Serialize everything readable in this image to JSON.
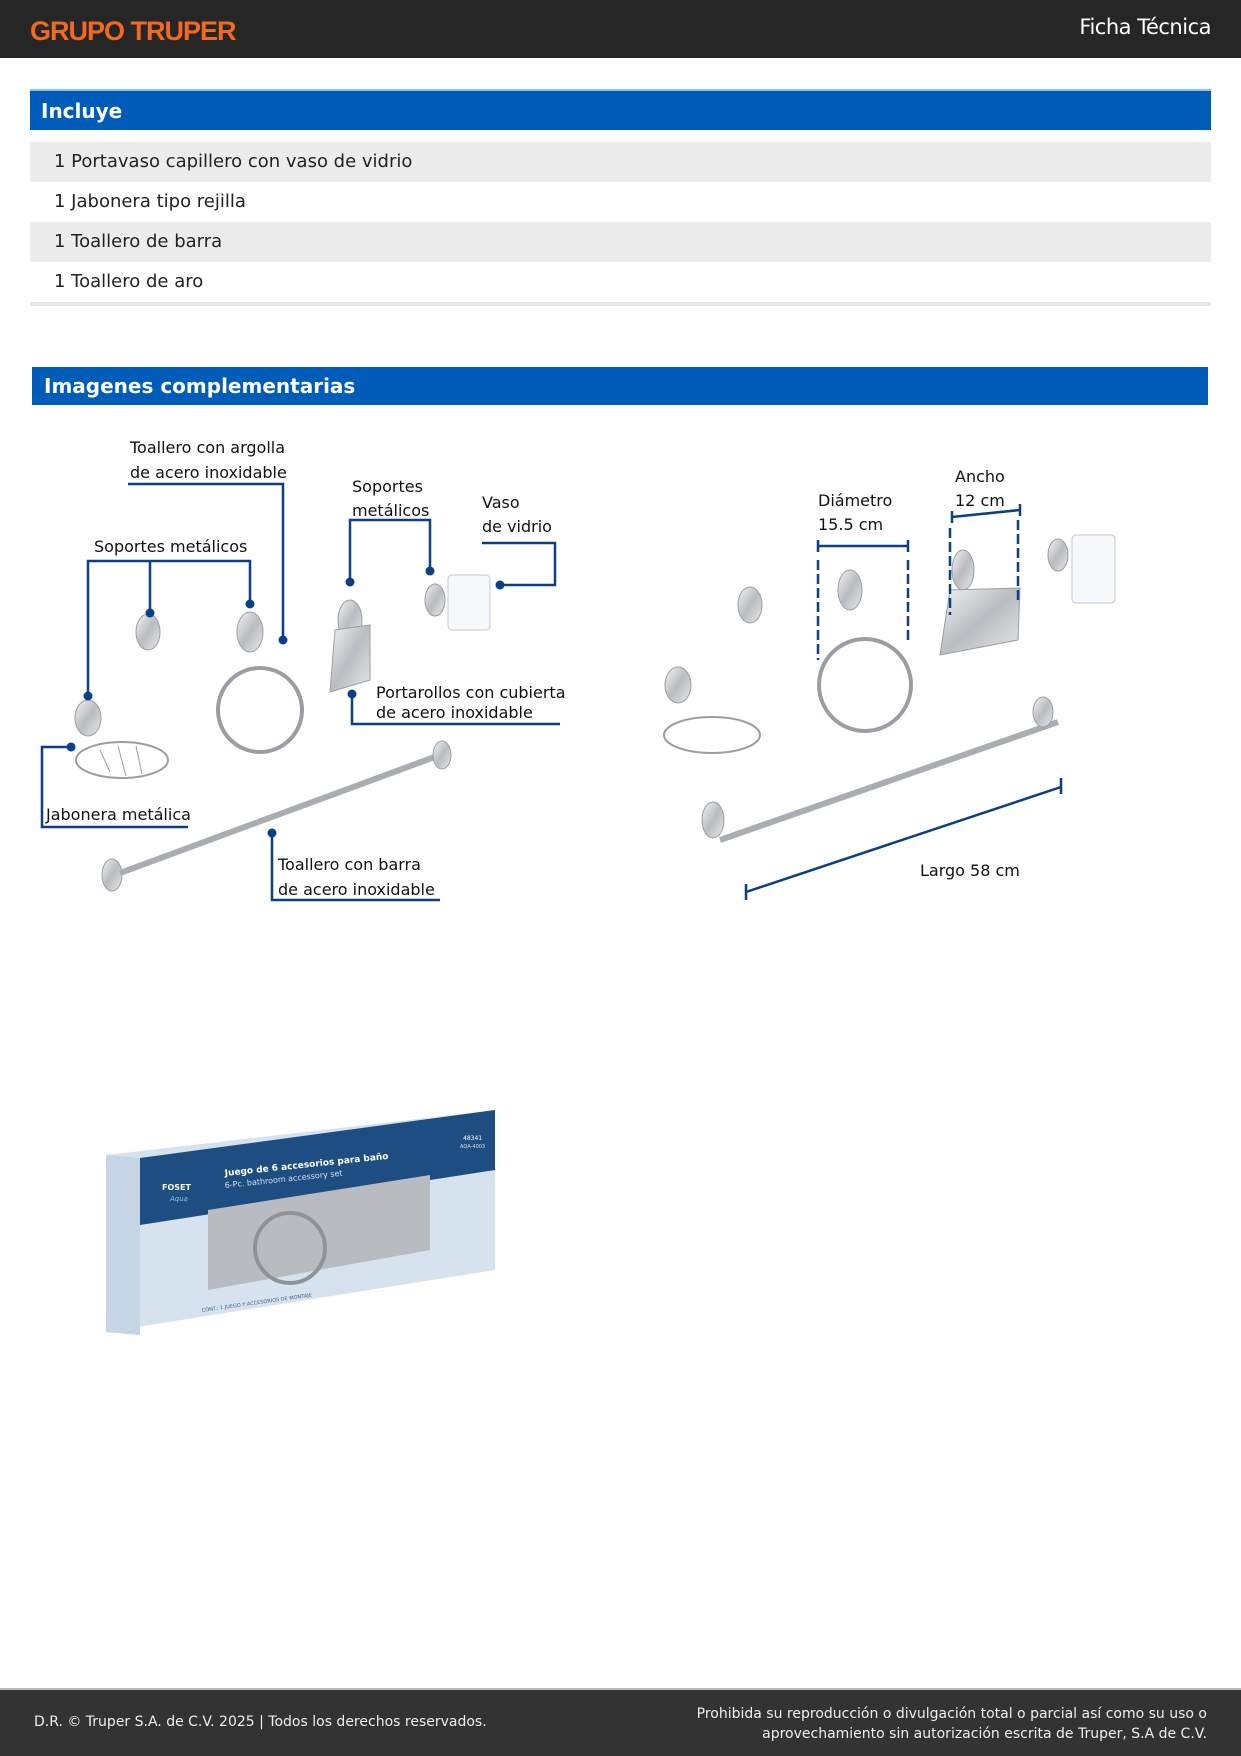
{
  "header": {
    "logo": "GRUPO TRUPER",
    "doc_type": "Ficha Técnica"
  },
  "includes": {
    "title": "Incluye",
    "items": [
      "1 Portavaso capillero con vaso de vidrio",
      "1 Jabonera tipo rejilla",
      "1 Toallero de barra",
      "1 Toallero de aro"
    ]
  },
  "images": {
    "title": "Imagenes complementarias",
    "features": {
      "ring_1": "Toallero con argolla",
      "ring_2": "de acero inoxidable",
      "supports_left": "Soportes metálicos",
      "supports_right_1": "Soportes",
      "supports_right_2": "metálicos",
      "glass_1": "Vaso",
      "glass_2": "de vidrio",
      "roll_1": "Portarollos con cubierta",
      "roll_2": "de acero inoxidable",
      "soap": "Jabonera metálica",
      "bar_1": "Toallero con barra",
      "bar_2": "de acero inoxidable"
    },
    "dimensions": {
      "diameter_1": "Diámetro",
      "diameter_2": "15.5 cm",
      "width_1": "Ancho",
      "width_2": "12 cm",
      "length": "Largo 58 cm"
    },
    "package": {
      "title": "Juego de 6 accesorios para baño",
      "subtitle": "6-Pc. bathroom accessory set",
      "code": "48341",
      "model": "AQA-4003",
      "brand": "FOSET",
      "line": "Aqua",
      "contents": "CONT.: 1 JUEGO Y ACCESORIOS DE MONTAJE"
    }
  },
  "footer": {
    "copyright": "D.R. © Truper S.A. de C.V. 2025 | Todos los derechos reservados.",
    "notice_1": "Prohibida su reproducción o divulgación total o parcial así como su uso o",
    "notice_2": "aprovechamiento sin autorización escrita de Truper, S.A de C.V."
  },
  "colors": {
    "brand_orange": "#f26a21",
    "section_blue": "#005cb9",
    "callout_blue": "#0b3f86",
    "header_dark": "#262626"
  }
}
